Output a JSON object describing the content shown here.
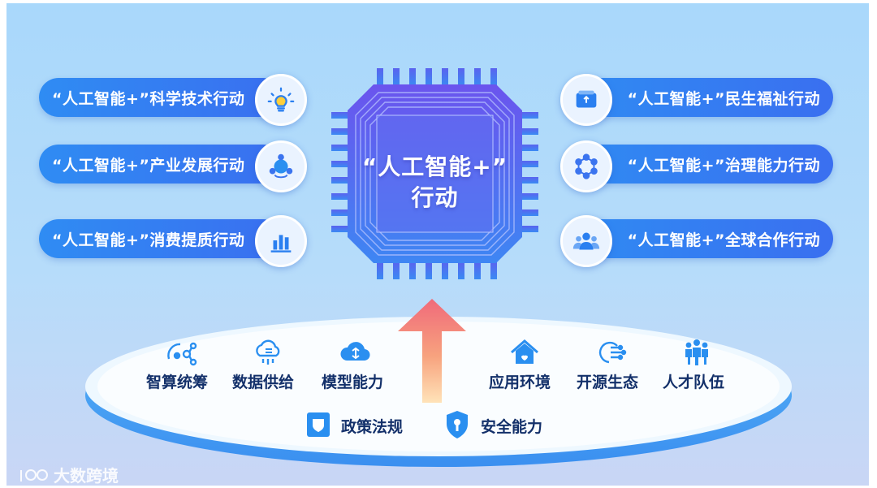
{
  "center": {
    "line1": "“人工智能+”",
    "line2": "行动"
  },
  "left_actions": [
    {
      "label": "“人工智能+”科学技术行动",
      "icon": "lightbulb-icon"
    },
    {
      "label": "“人工智能+”产业发展行动",
      "icon": "people-network-icon"
    },
    {
      "label": "“人工智能+”消费提质行动",
      "icon": "bar-chart-icon"
    }
  ],
  "right_actions": [
    {
      "label": "“人工智能+”民生福祉行动",
      "icon": "wallet-icon"
    },
    {
      "label": "“人工智能+”治理能力行动",
      "icon": "network-nodes-icon"
    },
    {
      "label": "“人工智能+”全球合作行动",
      "icon": "group-people-icon"
    }
  ],
  "foundations": [
    {
      "label": "智算统筹",
      "icon": "compute-share-icon"
    },
    {
      "label": "数据供给",
      "icon": "data-cloud-icon"
    },
    {
      "label": "模型能力",
      "icon": "model-cloud-icon"
    },
    {
      "label": "应用环境",
      "icon": "home-icon"
    },
    {
      "label": "开源生态",
      "icon": "open-source-icon"
    },
    {
      "label": "人才队伍",
      "icon": "team-icon"
    }
  ],
  "supports": [
    {
      "label": "政策法规",
      "icon": "shield-icon"
    },
    {
      "label": "安全能力",
      "icon": "security-shield-icon"
    }
  ],
  "watermark": "大数跨境",
  "colors": {
    "pill": "#2f7df1",
    "chip": "#5b6cf0",
    "platform_text": "#13306a",
    "icon": "#2a8ff0",
    "arrow_top": "#f06a7a",
    "arrow_bottom": "#ffd4a0"
  }
}
